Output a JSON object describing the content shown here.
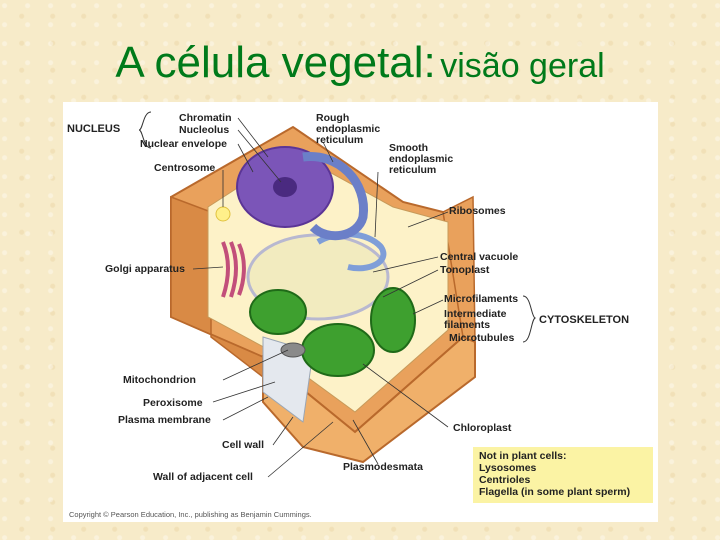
{
  "title": {
    "main": "A célula vegetal:",
    "sub": "visão geral"
  },
  "diagram": {
    "groups": {
      "nucleus": "NUCLEUS",
      "cytoskeleton": "CYTOSKELETON"
    },
    "labels": {
      "chromatin": "Chromatin",
      "nucleolus": "Nucleolus",
      "nuclear_envelope": "Nuclear envelope",
      "centrosome": "Centrosome",
      "rough_er_1": "Rough",
      "rough_er_2": "endoplasmic",
      "rough_er_3": "reticulum",
      "smooth_er_1": "Smooth",
      "smooth_er_2": "endoplasmic",
      "smooth_er_3": "reticulum",
      "ribosomes": "Ribosomes",
      "golgi": "Golgi apparatus",
      "central_vacuole": "Central vacuole",
      "tonoplast": "Tonoplast",
      "microfilaments": "Microfilaments",
      "intermediate_1": "Intermediate",
      "intermediate_2": "filaments",
      "microtubules": "Microtubules",
      "mitochondrion": "Mitochondrion",
      "peroxisome": "Peroxisome",
      "plasma_membrane": "Plasma membrane",
      "cell_wall": "Cell wall",
      "chloroplast": "Chloroplast",
      "wall_adjacent": "Wall of adjacent cell",
      "plasmodesmata": "Plasmodesmata"
    },
    "not_in_plant": {
      "title": "Not in plant cells:",
      "items": [
        "Lysosomes",
        "Centrioles",
        "Flagella (in some plant sperm)"
      ]
    },
    "copyright": "Copyright © Pearson Education, Inc., publishing as Benjamin Cummings."
  }
}
